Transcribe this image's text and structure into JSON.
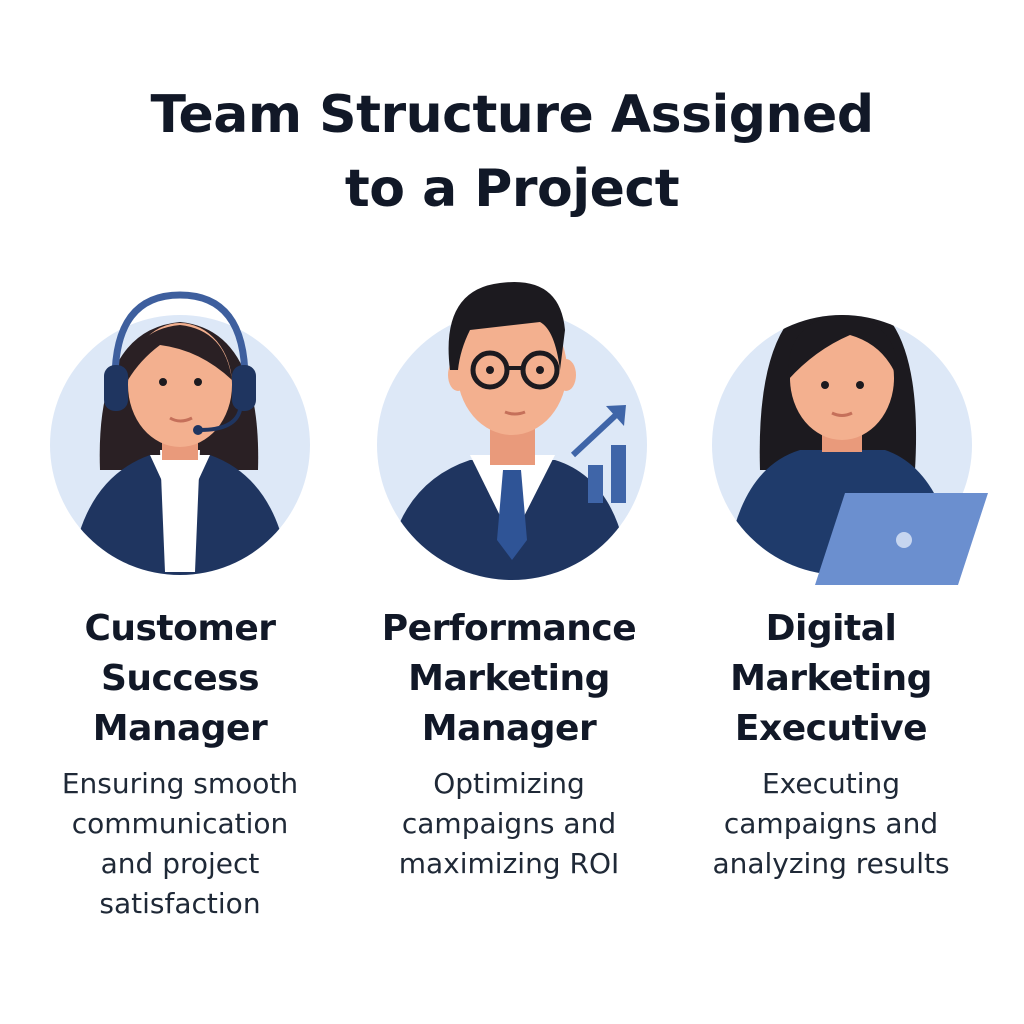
{
  "title": {
    "line1": "Team Structure Assigned",
    "line2": "to a Project"
  },
  "roles": [
    {
      "title_lines": [
        "Customer",
        "Success",
        "Manager"
      ],
      "description_lines": [
        "Ensuring smooth",
        "communication",
        "and project",
        "satisfaction"
      ],
      "icon": "headset-woman-avatar"
    },
    {
      "title_lines": [
        "Performance",
        "Marketing",
        "Manager"
      ],
      "description_lines": [
        "Optimizing",
        "campaigns and",
        "maximizing ROI"
      ],
      "icon": "man-glasses-chart-avatar"
    },
    {
      "title_lines": [
        "Digital",
        "Marketing",
        "Executive"
      ],
      "description_lines": [
        "Executing",
        "campaigns and",
        "analyzing results"
      ],
      "icon": "woman-laptop-avatar"
    }
  ],
  "colors": {
    "circle_bg": "#dde8f7",
    "navy": "#1f3560",
    "accent_blue": "#3f65a8",
    "skin": "#f3b08f",
    "hair": "#1c1a1f",
    "laptop": "#6b8fcf"
  }
}
